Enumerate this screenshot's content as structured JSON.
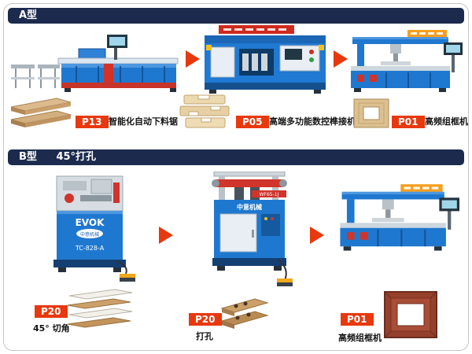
{
  "colors": {
    "accent_red": "#e8380d",
    "header_navy": "#1c2b4d",
    "machine_blue": "#1f78cf"
  },
  "section_a": {
    "header": "A型",
    "items": [
      {
        "tag": "P13",
        "desc": "智能化自动下料锯"
      },
      {
        "tag": "P05",
        "desc": "高端多功能数控榫接机"
      },
      {
        "tag": "P01",
        "desc": "高频组框机"
      }
    ]
  },
  "section_b": {
    "header_type": "B型",
    "header_sub": "45°打孔",
    "machine1": {
      "brand": "EVOK",
      "badge": "中意机械",
      "model": "TC-828-A"
    },
    "machine2": {
      "brand": "中意机械",
      "model": "WF65-1J"
    },
    "items": [
      {
        "tag": "P20",
        "desc": "45° 切角"
      },
      {
        "tag": "P20",
        "desc": "打孔"
      },
      {
        "tag": "P01",
        "desc": "高频组框机"
      }
    ]
  }
}
